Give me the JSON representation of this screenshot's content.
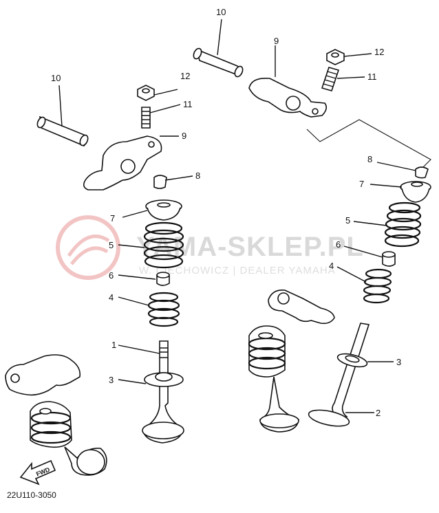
{
  "callouts": [
    {
      "id": "c10a",
      "label": "10"
    },
    {
      "id": "c10b",
      "label": "10"
    },
    {
      "id": "c9a",
      "label": "9"
    },
    {
      "id": "c9b",
      "label": "9"
    },
    {
      "id": "c12a",
      "label": "12"
    },
    {
      "id": "c12b",
      "label": "12"
    },
    {
      "id": "c11a",
      "label": "11"
    },
    {
      "id": "c11b",
      "label": "11"
    },
    {
      "id": "c8a",
      "label": "8"
    },
    {
      "id": "c8b",
      "label": "8"
    },
    {
      "id": "c7a",
      "label": "7"
    },
    {
      "id": "c7b",
      "label": "7"
    },
    {
      "id": "c5a",
      "label": "5"
    },
    {
      "id": "c5b",
      "label": "5"
    },
    {
      "id": "c6a",
      "label": "6"
    },
    {
      "id": "c6b",
      "label": "6"
    },
    {
      "id": "c4a",
      "label": "4"
    },
    {
      "id": "c4b",
      "label": "4"
    },
    {
      "id": "c1",
      "label": "1"
    },
    {
      "id": "c3a",
      "label": "3"
    },
    {
      "id": "c3b",
      "label": "3"
    },
    {
      "id": "c2",
      "label": "2"
    }
  ],
  "watermark": {
    "brand": "YAMA-SKLEP.PL",
    "subtitle": "W. CIECHOWICZ | DEALER YAMAHA"
  },
  "fwd_label": "FWD",
  "diagram_code": "22U110-3050"
}
